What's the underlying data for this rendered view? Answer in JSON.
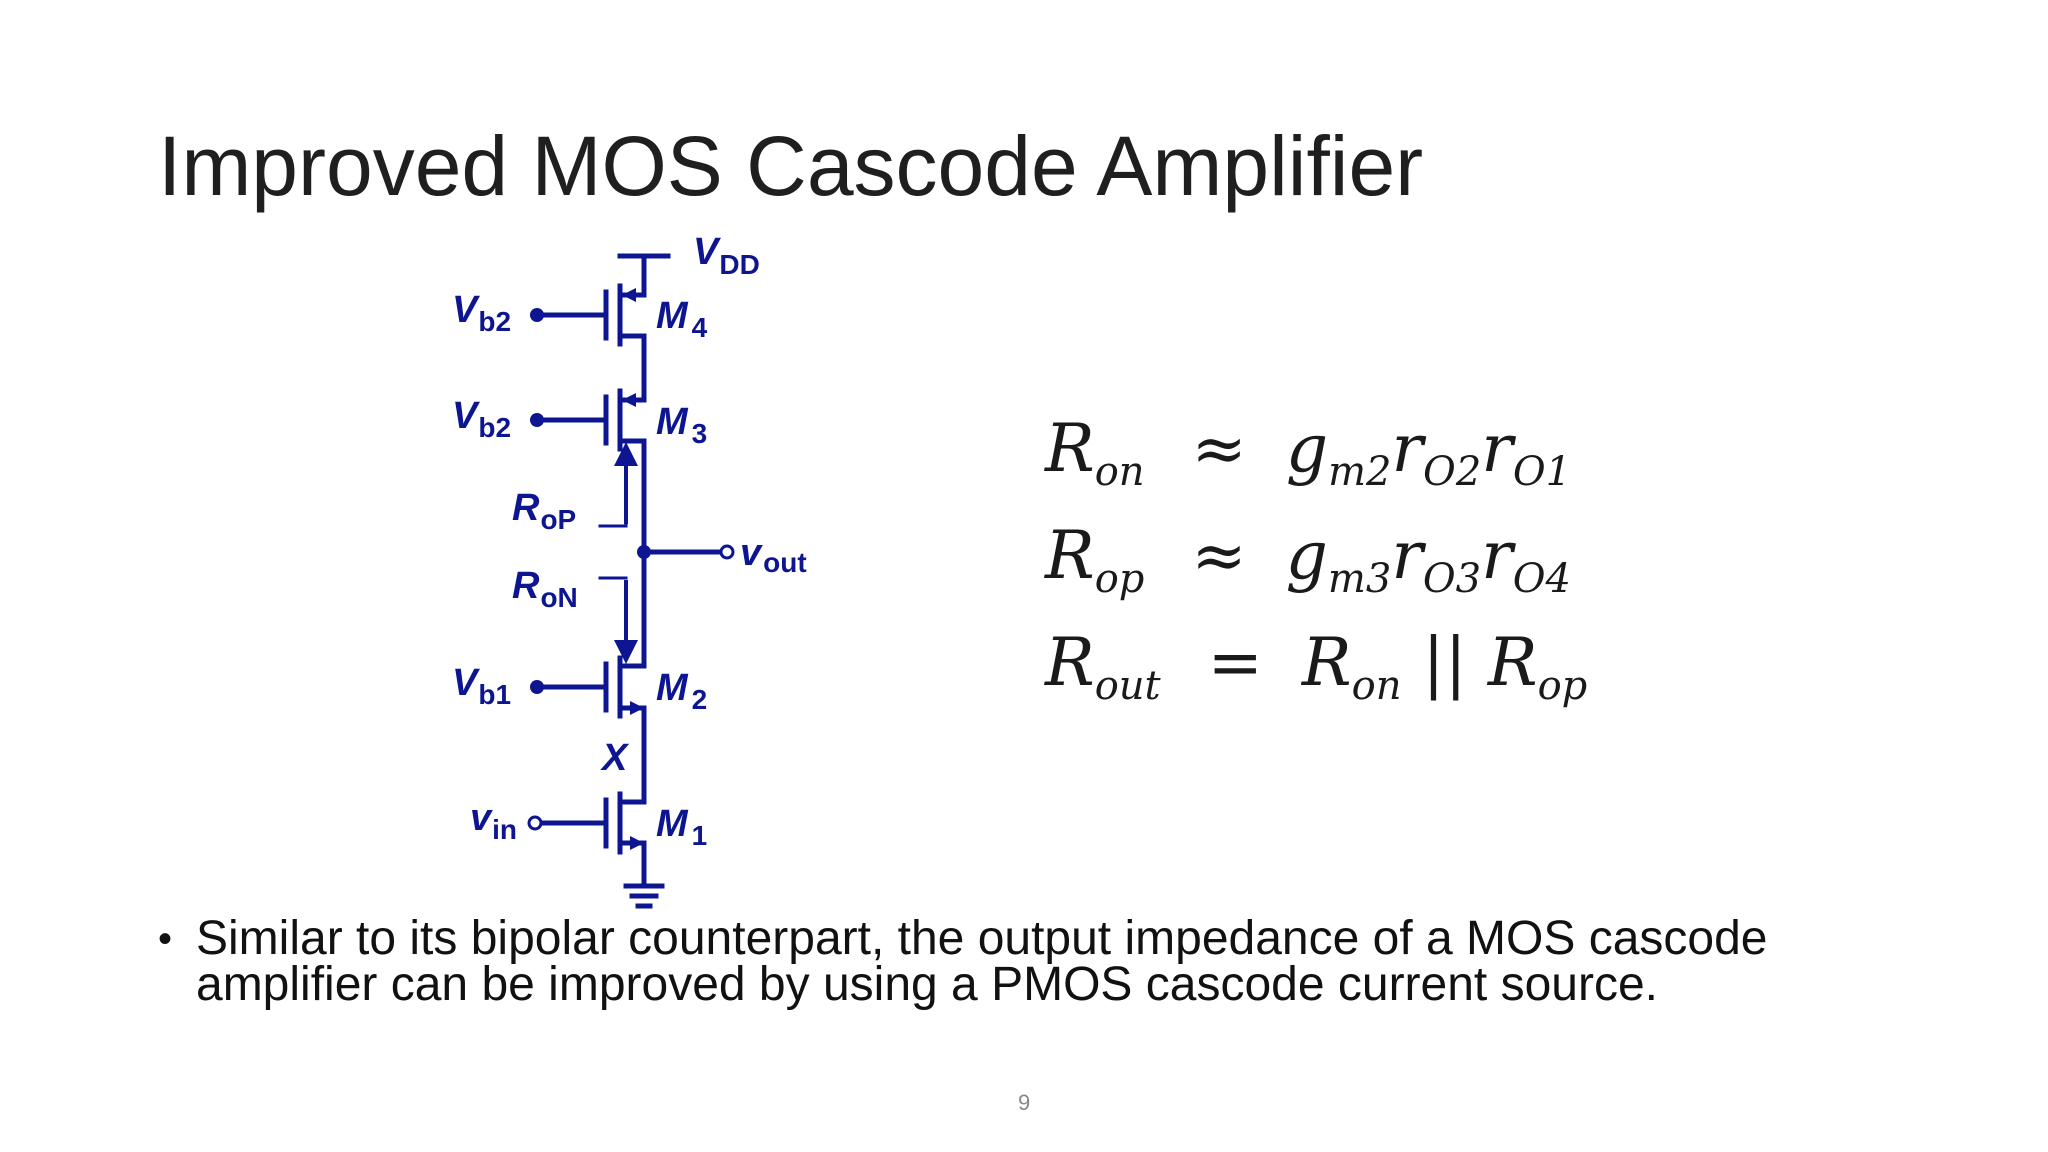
{
  "slide": {
    "title": "Improved MOS Cascode Amplifier",
    "page_number": "9"
  },
  "circuit": {
    "color": "#0d1690",
    "labels": {
      "vdd_main": "V",
      "vdd_sub": "DD",
      "vb2_top_main": "V",
      "vb2_top_sub": "b2",
      "vb2_mid_main": "V",
      "vb2_mid_sub": "b2",
      "vb1_main": "V",
      "vb1_sub": "b1",
      "vin_main": "v",
      "vin_sub": "in",
      "m4_main": "M",
      "m4_sub": "4",
      "m3_main": "M",
      "m3_sub": "3",
      "m2_main": "M",
      "m2_sub": "2",
      "m1_main": "M",
      "m1_sub": "1",
      "rop_main": "R",
      "rop_sub": "oP",
      "ron_main": "R",
      "ron_sub": "oN",
      "vout_main": "v",
      "vout_sub": "out",
      "x_node": "X"
    }
  },
  "equations": [
    {
      "lhs": "R",
      "lhs_sub": "on",
      "op": "≈",
      "t1": "g",
      "t1_sub": "m2",
      "t2": "r",
      "t2_sub": "O2",
      "t3": "r",
      "t3_sub": "O1"
    },
    {
      "lhs": "R",
      "lhs_sub": "op",
      "op": "≈",
      "t1": "g",
      "t1_sub": "m3",
      "t2": "r",
      "t2_sub": "O3",
      "t3": "r",
      "t3_sub": "O4"
    },
    {
      "lhs": "R",
      "lhs_sub": "out",
      "op": "=",
      "t1": "R",
      "t1_sub": "on",
      "mid": " || ",
      "t2": "R",
      "t2_sub": "op"
    }
  ],
  "bullet": {
    "marker": "•",
    "text": "Similar to its bipolar counterpart, the output impedance of a MOS cascode amplifier can be improved by using a PMOS cascode current source."
  }
}
